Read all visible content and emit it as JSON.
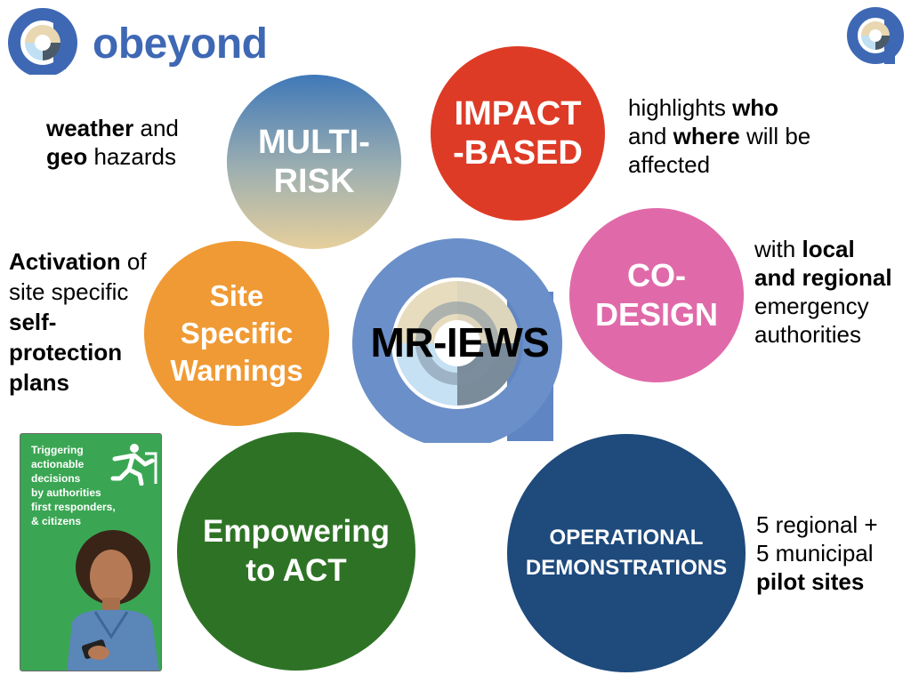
{
  "logo": {
    "name": "obeyond"
  },
  "center_title": "MR-IEWS",
  "circles": {
    "multi_risk": {
      "line1": "MULTI-",
      "line2": "RISK"
    },
    "impact_based": {
      "line1": "IMPACT",
      "line2": "-BASED"
    },
    "co_design": {
      "line1": "CO-",
      "line2": "DESIGN"
    },
    "site_specific": {
      "line1": "Site",
      "line2": "Specific",
      "line3": "Warnings"
    },
    "empowering": {
      "line1": "Empowering",
      "line2": "to ACT"
    },
    "operational": {
      "line1": "OPERATIONAL",
      "line2": "DEMONSTRATIONS"
    }
  },
  "descriptions": {
    "multi_risk": {
      "b1": "weather",
      "t1": " and",
      "b2": "geo",
      "t2": " hazards"
    },
    "impact_based": {
      "t1": "highlights ",
      "b1": "who",
      "t2": "and ",
      "b2": "where",
      "t3": " will be",
      "t4": "affected"
    },
    "co_design": {
      "t1": "with ",
      "b1": "local",
      "b2": "and regional",
      "t2": "emergency",
      "t3": "authorities"
    },
    "site_specific": {
      "b1": "Activation",
      "t1": " of",
      "t2": "site specific",
      "b2": "self-",
      "b3": "protection",
      "b4": "plans"
    },
    "operational": {
      "t1": "5 regional +",
      "t2": "5 municipal",
      "b1": "pilot sites"
    }
  },
  "poster": {
    "lines": [
      "Triggering",
      "actionable",
      "decisions",
      "by authorities",
      "first responders,",
      "& citizens"
    ],
    "icon": "emergency-exit-running-person-icon"
  },
  "colors": {
    "brand_blue": "#3f68b4",
    "impact_red": "#de3b26",
    "codesign_pink": "#e06aa9",
    "site_orange": "#f09a35",
    "empower_green": "#2e7325",
    "operational_navy": "#1e4a7c",
    "poster_green": "#3aa653"
  }
}
